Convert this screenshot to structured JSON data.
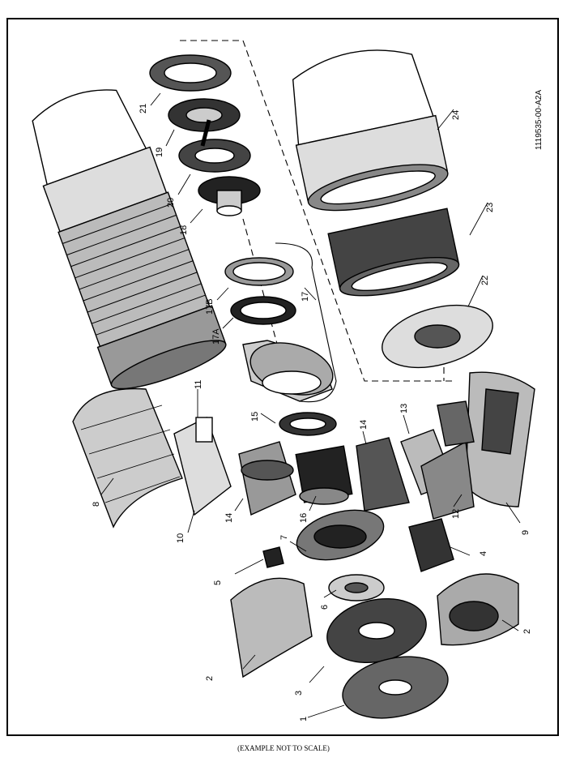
{
  "figure": {
    "id_code": "1119535-00-A2A",
    "caption": "(EXAMPLE NOT TO SCALE)"
  },
  "callouts": [
    {
      "key": "c21",
      "label": "21"
    },
    {
      "key": "c19",
      "label": "19"
    },
    {
      "key": "c20",
      "label": "20"
    },
    {
      "key": "c18",
      "label": "18"
    },
    {
      "key": "c17B",
      "label": "17B"
    },
    {
      "key": "c17A",
      "label": "17A"
    },
    {
      "key": "c17",
      "label": "17"
    },
    {
      "key": "c24",
      "label": "24"
    },
    {
      "key": "c23",
      "label": "23"
    },
    {
      "key": "c22",
      "label": "22"
    },
    {
      "key": "c11",
      "label": "11"
    },
    {
      "key": "c15",
      "label": "15"
    },
    {
      "key": "c14a",
      "label": "14"
    },
    {
      "key": "c13",
      "label": "13"
    },
    {
      "key": "c8",
      "label": "8"
    },
    {
      "key": "c10",
      "label": "10"
    },
    {
      "key": "c14b",
      "label": "14"
    },
    {
      "key": "c16",
      "label": "16"
    },
    {
      "key": "c12",
      "label": "12"
    },
    {
      "key": "c9",
      "label": "9"
    },
    {
      "key": "c7",
      "label": "7"
    },
    {
      "key": "c4",
      "label": "4"
    },
    {
      "key": "c5",
      "label": "5"
    },
    {
      "key": "c6",
      "label": "6"
    },
    {
      "key": "c2a",
      "label": "2"
    },
    {
      "key": "c2b",
      "label": "2"
    },
    {
      "key": "c3",
      "label": "3"
    },
    {
      "key": "c1",
      "label": "1"
    }
  ]
}
